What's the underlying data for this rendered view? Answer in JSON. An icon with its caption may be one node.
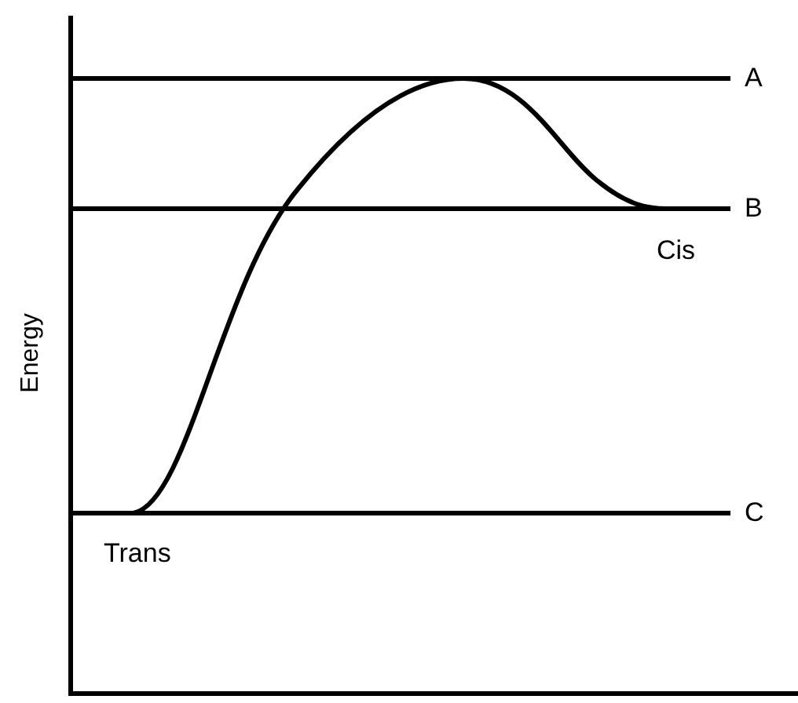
{
  "diagram": {
    "labels": [
      "A",
      "B",
      "Cis",
      "Energy",
      "C",
      "Trans"
    ]
  }
}
